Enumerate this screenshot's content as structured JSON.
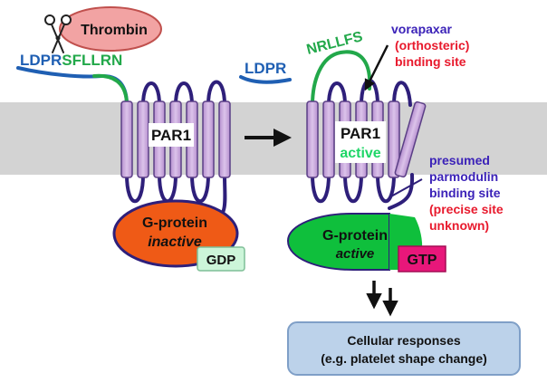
{
  "colors": {
    "membrane": "#d3d3d3",
    "helix_fill": "#c9a6dc",
    "helix_stroke": "#5b3f86",
    "loop_stroke": "#2e1f7a",
    "ntail_blue": "#1f5fb3",
    "ntail_green": "#22a84a",
    "thrombin_fill": "#f2a3a3",
    "thrombin_stroke": "#c0504d",
    "gprotein_inactive": "#ef5a16",
    "gprotein_active": "#0fbf3c",
    "gdp_fill": "#ccf5d9",
    "gtp_fill": "#e8177a",
    "label_purple": "#3b22b8",
    "label_red": "#e8192c",
    "active_green": "#1ed667",
    "response_fill": "#bcd2ea",
    "response_stroke": "#7f9fc7"
  },
  "thrombin": {
    "label": "Thrombin",
    "icon": "scissors-icon"
  },
  "left": {
    "tail_blue": "LDPR",
    "tail_green": "SFLLRN",
    "receptor_label": "PAR1",
    "gprotein_name": "G-protein",
    "gprotein_state": "inactive",
    "nucleotide": "GDP"
  },
  "right": {
    "tail_blue": "LDPR",
    "tethered_ligand": "NRLLFS",
    "receptor_label": "PAR1",
    "receptor_state": "active",
    "gprotein_name": "G-protein",
    "gprotein_state": "active",
    "nucleotide": "GTP"
  },
  "annotations": {
    "vorapaxar": [
      "vorapaxar",
      "(orthosteric)",
      "binding site"
    ],
    "parmodulin": [
      "presumed",
      "parmodulin",
      "binding site",
      "(precise site",
      "unknown)"
    ]
  },
  "response": {
    "line1": "Cellular responses",
    "line2": "(e.g. platelet shape change)"
  }
}
